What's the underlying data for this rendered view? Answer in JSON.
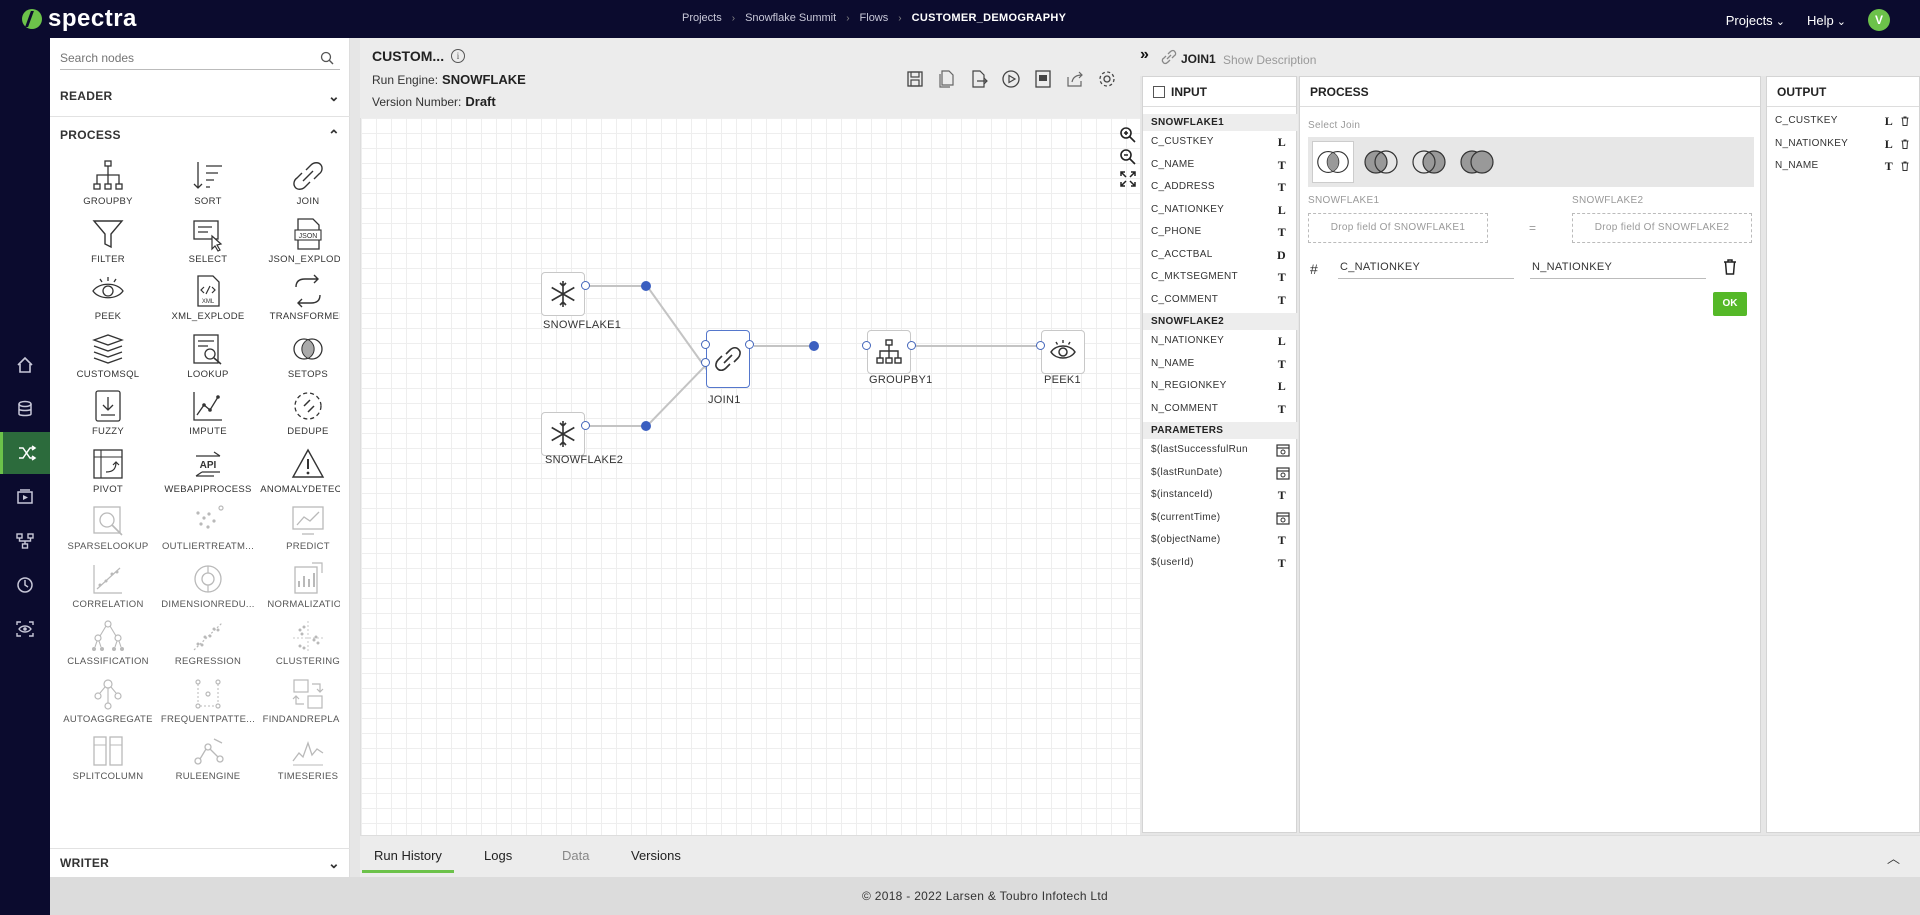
{
  "app": {
    "logo_text": "spectra"
  },
  "topbar": {
    "breadcrumb": [
      "Projects",
      "Snowflake Summit",
      "Flows",
      "CUSTOMER_DEMOGRAPHY"
    ],
    "projects_label": "Projects",
    "help_label": "Help",
    "avatar_initial": "V"
  },
  "palette": {
    "search_placeholder": "Search nodes",
    "reader_label": "READER",
    "process_label": "PROCESS",
    "writer_label": "WRITER",
    "tools": [
      {
        "label": "GROUPBY",
        "icon": "groupby-icon"
      },
      {
        "label": "SORT",
        "icon": "sort-icon"
      },
      {
        "label": "JOIN",
        "icon": "join-icon"
      },
      {
        "label": "FILTER",
        "icon": "filter-icon"
      },
      {
        "label": "SELECT",
        "icon": "select-icon"
      },
      {
        "label": "JSON_EXPLODE",
        "icon": "json-icon"
      },
      {
        "label": "PEEK",
        "icon": "peek-icon"
      },
      {
        "label": "XML_EXPLODE",
        "icon": "xml-icon"
      },
      {
        "label": "TRANSFORMER",
        "icon": "transformer-icon"
      },
      {
        "label": "CUSTOMSQL",
        "icon": "customsql-icon"
      },
      {
        "label": "LOOKUP",
        "icon": "lookup-icon"
      },
      {
        "label": "SETOPS",
        "icon": "setops-icon"
      },
      {
        "label": "FUZZY",
        "icon": "fuzzy-icon"
      },
      {
        "label": "IMPUTE",
        "icon": "impute-icon"
      },
      {
        "label": "DEDUPE",
        "icon": "dedupe-icon"
      },
      {
        "label": "PIVOT",
        "icon": "pivot-icon"
      },
      {
        "label": "WEBAPIPROCESS",
        "icon": "webapi-icon"
      },
      {
        "label": "ANOMALYDETECT...",
        "icon": "anomaly-icon"
      },
      {
        "label": "SPARSELOOKUP",
        "icon": "sparselookup-icon"
      },
      {
        "label": "OUTLIERTREATM...",
        "icon": "outlier-icon"
      },
      {
        "label": "PREDICT",
        "icon": "predict-icon"
      },
      {
        "label": "CORRELATION",
        "icon": "correlation-icon"
      },
      {
        "label": "DIMENSIONREDU...",
        "icon": "dimension-icon"
      },
      {
        "label": "NORMALIZATION",
        "icon": "normalization-icon"
      },
      {
        "label": "CLASSIFICATION",
        "icon": "classification-icon"
      },
      {
        "label": "REGRESSION",
        "icon": "regression-icon"
      },
      {
        "label": "CLUSTERING",
        "icon": "clustering-icon"
      },
      {
        "label": "AUTOAGGREGATE",
        "icon": "autoaggregate-icon"
      },
      {
        "label": "FREQUENTPATTE...",
        "icon": "frequentpattern-icon"
      },
      {
        "label": "FINDANDREPLACE",
        "icon": "findreplace-icon"
      },
      {
        "label": "SPLITCOLUMN",
        "icon": "splitcolumn-icon"
      },
      {
        "label": "RULEENGINE",
        "icon": "ruleengine-icon"
      },
      {
        "label": "TIMESERIES",
        "icon": "timeseries-icon"
      }
    ]
  },
  "flow": {
    "title": "CUSTOM...",
    "run_engine_label": "Run Engine:",
    "run_engine": "SNOWFLAKE",
    "version_label": "Version Number:",
    "version": "Draft"
  },
  "canvas": {
    "nodes": {
      "snowflake1": "SNOWFLAKE1",
      "snowflake2": "SNOWFLAKE2",
      "join1": "JOIN1",
      "groupby1": "GROUPBY1",
      "peek1": "PEEK1"
    }
  },
  "bottom": {
    "tabs": [
      "Run History",
      "Logs",
      "Data",
      "Versions"
    ],
    "footer": "© 2018 - 2022 Larsen & Toubro Infotech Ltd"
  },
  "panel": {
    "node_name": "JOIN1",
    "show_description": "Show Description",
    "input_title": "INPUT",
    "process_title": "PROCESS",
    "output_title": "OUTPUT",
    "sf1_group": "SNOWFLAKE1",
    "sf1_fields": [
      {
        "name": "C_CUSTKEY",
        "type": "L"
      },
      {
        "name": "C_NAME",
        "type": "T"
      },
      {
        "name": "C_ADDRESS",
        "type": "T"
      },
      {
        "name": "C_NATIONKEY",
        "type": "L"
      },
      {
        "name": "C_PHONE",
        "type": "T"
      },
      {
        "name": "C_ACCTBAL",
        "type": "D"
      },
      {
        "name": "C_MKTSEGMENT",
        "type": "T"
      },
      {
        "name": "C_COMMENT",
        "type": "T"
      }
    ],
    "sf2_group": "SNOWFLAKE2",
    "sf2_fields": [
      {
        "name": "N_NATIONKEY",
        "type": "L"
      },
      {
        "name": "N_NAME",
        "type": "T"
      },
      {
        "name": "N_REGIONKEY",
        "type": "L"
      },
      {
        "name": "N_COMMENT",
        "type": "T"
      }
    ],
    "params_group": "PARAMETERS",
    "params": [
      {
        "name": "$(lastSuccessfulRun",
        "type": "cal"
      },
      {
        "name": "$(lastRunDate)",
        "type": "cal"
      },
      {
        "name": "$(instanceId)",
        "type": "T"
      },
      {
        "name": "$(currentTime)",
        "type": "cal"
      },
      {
        "name": "$(objectName)",
        "type": "T"
      },
      {
        "name": "$(userId)",
        "type": "T"
      }
    ],
    "select_join_label": "Select Join",
    "left_source": "SNOWFLAKE1",
    "right_source": "SNOWFLAKE2",
    "left_drop": "Drop field Of SNOWFLAKE1",
    "right_drop": "Drop field Of SNOWFLAKE2",
    "equals": "=",
    "hash": "#",
    "left_key": "C_NATIONKEY",
    "right_key": "N_NATIONKEY",
    "ok_label": "OK",
    "output_fields": [
      {
        "name": "C_CUSTKEY",
        "type": "L"
      },
      {
        "name": "N_NATIONKEY",
        "type": "L"
      },
      {
        "name": "N_NAME",
        "type": "T"
      }
    ]
  },
  "colors": {
    "brand": "#0b0b2e",
    "accent": "#6cc24a",
    "link": "#3b5fc0"
  }
}
